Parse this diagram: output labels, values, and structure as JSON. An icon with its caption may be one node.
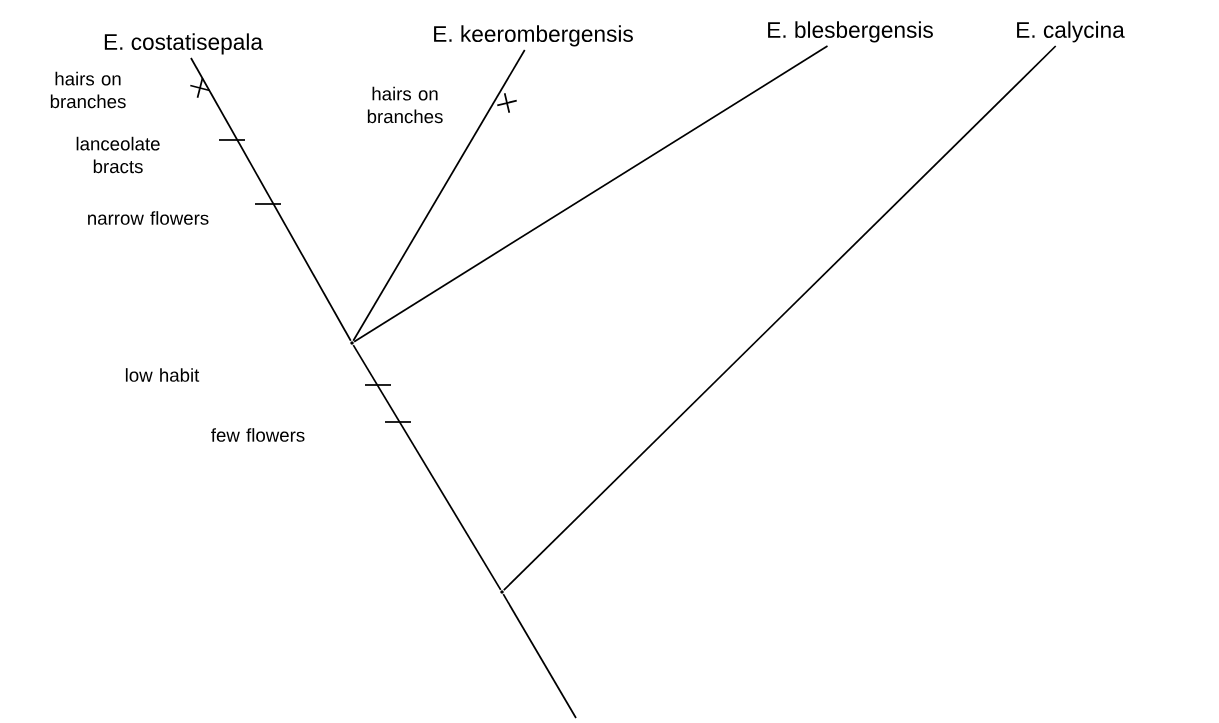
{
  "diagram": {
    "nodes": [
      {
        "text": [
          "E. costatisepala"
        ]
      },
      {
        "text": [
          "E. keerombergensis"
        ]
      },
      {
        "text": [
          "E. blesbergensis"
        ]
      },
      {
        "text": [
          "E. calycina"
        ]
      },
      {
        "text": [],
        "shape": "point"
      },
      {
        "text": [],
        "shape": "point"
      }
    ],
    "edges": [
      {
        "from": 4,
        "to": 0,
        "arrow": "none"
      },
      {
        "from": 4,
        "to": 1,
        "arrow": "none"
      },
      {
        "from": 4,
        "to": 2,
        "arrow": "none"
      },
      {
        "from": 5,
        "to": 4,
        "arrow": "none"
      },
      {
        "from": 5,
        "to": 3,
        "arrow": "none"
      },
      {
        "from": null,
        "to": 5,
        "arrow": "none"
      }
    ],
    "labels": [
      "hairs on branches",
      "lanceolate bracts",
      "narrow flowers",
      "hairs on branches",
      "low habit",
      "few flowers"
    ]
  }
}
